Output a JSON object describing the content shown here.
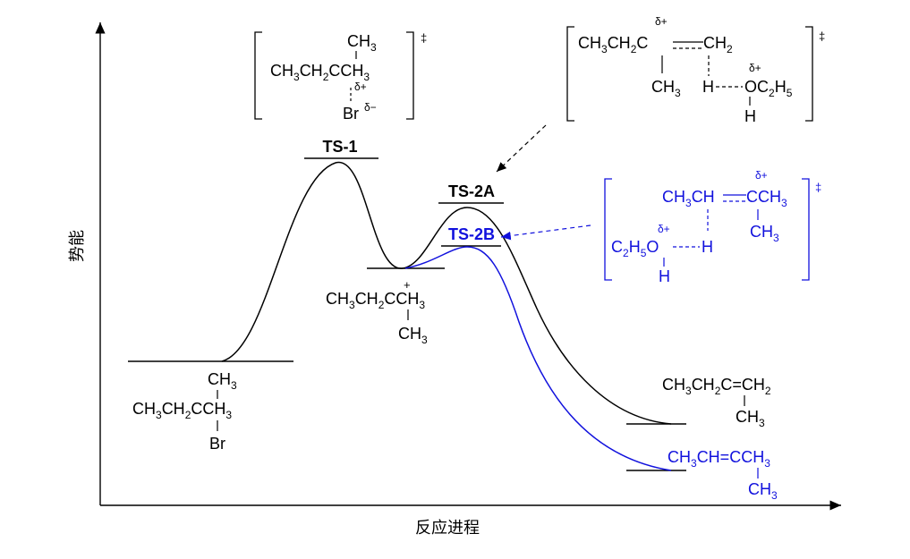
{
  "axes": {
    "ylabel": "势能",
    "xlabel": "反应进程"
  },
  "colors": {
    "black": "#000000",
    "blue": "#1111dd"
  },
  "transition_states": {
    "ts1": {
      "label": "TS-1",
      "sup_dagger": "‡",
      "methyl_top": "CH3",
      "chain": "CH3CH2CCH3",
      "delta_plus": "δ+",
      "leaving_group": "Br",
      "delta_minus": "δ−"
    },
    "ts2a": {
      "label": "TS-2A",
      "sup_dagger": "‡",
      "delta_plus_c": "δ+",
      "chain": "CH3CH2C",
      "alkene_end": "CH2",
      "methyl": "CH3",
      "h_transfer": "H",
      "delta_plus_o": "δ+",
      "ethanol": "OC2H5",
      "oh_h": "H"
    },
    "ts2b": {
      "label": "TS-2B",
      "sup_dagger": "‡",
      "chain_left": "CH3CH",
      "chain_right": "CCH3",
      "delta_plus_c": "δ+",
      "methyl": "CH3",
      "h_transfer": "H",
      "delta_plus_o": "δ+",
      "ethanol": "C2H5O",
      "oh_h": "H"
    }
  },
  "species": {
    "reactant": {
      "methyl_top": "CH3",
      "chain": "CH3CH2CCH3",
      "bromine": "Br"
    },
    "carbocation": {
      "charge": "+",
      "chain": "CH3CH2CCH3",
      "methyl_bottom": "CH3"
    },
    "product_a": {
      "chain": "CH3CH2C=CH2",
      "methyl_bottom": "CH3"
    },
    "product_b": {
      "chain": "CH3CH=CCH3",
      "methyl_bottom": "CH3"
    }
  }
}
